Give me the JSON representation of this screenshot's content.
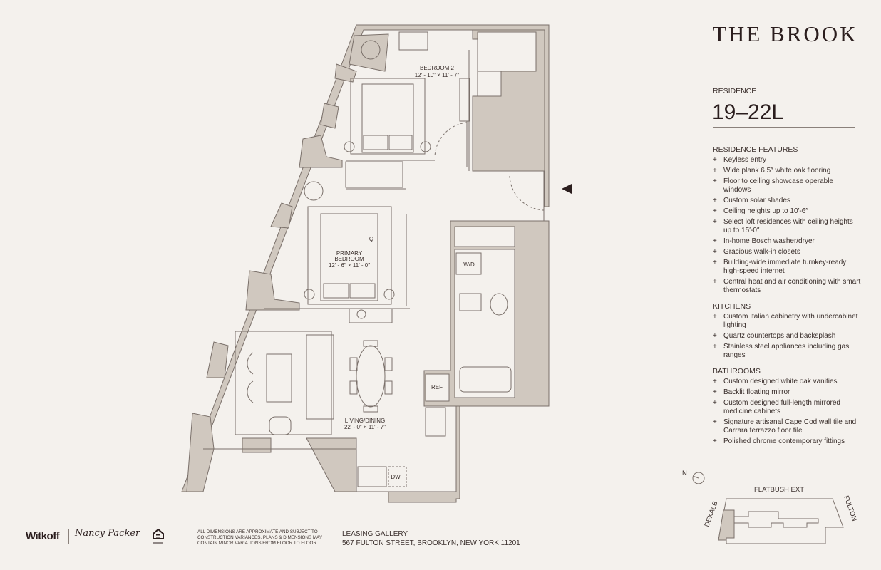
{
  "brand": "THE BROOK",
  "residence": {
    "label": "RESIDENCE",
    "number": "19–22L"
  },
  "features": [
    {
      "title": "RESIDENCE FEATURES",
      "items": [
        "Keyless entry",
        "Wide plank 6.5″ white oak flooring",
        "Floor to ceiling showcase operable windows",
        "Custom solar shades",
        "Ceiling heights up to 10′-6″",
        "Select loft residences with ceiling heights up to 15′-0″",
        "In-home Bosch washer/dryer",
        "Gracious walk-in closets",
        "Building-wide immediate turnkey-ready high-speed internet",
        "Central heat and air conditioning with smart thermostats"
      ]
    },
    {
      "title": "KITCHENS",
      "items": [
        "Custom Italian cabinetry with undercabinet lighting",
        "Quartz countertops and backsplash",
        "Stainless steel appliances including gas ranges"
      ]
    },
    {
      "title": "BATHROOMS",
      "items": [
        "Custom designed white oak vanities",
        "Backlit floating mirror",
        "Custom designed full-length mirrored medicine cabinets",
        "Signature artisanal Cape Cod wall tile and Carrara terrazzo floor tile",
        "Polished chrome contemporary fittings"
      ]
    }
  ],
  "rooms": {
    "bedroom2": {
      "name": "BEDROOM 2",
      "dims": "12′ - 10″ × 11′ - 7″",
      "bed": "F"
    },
    "primary": {
      "name1": "PRIMARY",
      "name2": "BEDROOM",
      "dims": "12′ - 6″ × 11′ - 0″",
      "bed": "Q"
    },
    "living": {
      "name": "LIVING/DINING",
      "dims": "22′ - 0″ × 11′ - 7″"
    },
    "wd": "W/D",
    "ref": "REF",
    "dw": "DW"
  },
  "keyplan": {
    "north": "N",
    "street_top": "FLATBUSH EXT",
    "street_left": "DEKALB",
    "street_right": "FULTON"
  },
  "footer": {
    "logo": "Witkoff",
    "signature": "Nancy Packer",
    "disclaimer": "ALL DIMENSIONS ARE APPROXIMATE AND SUBJECT TO CONSTRUCTION VARIANCES. PLANS & DIMENSIONS MAY CONTAIN MINOR VARIATIONS FROM FLOOR TO FLOOR.",
    "gallery_title": "LEASING GALLERY",
    "gallery_address": "567 FULTON STREET, BROOKLYN, NEW YORK 11201"
  },
  "colors": {
    "background": "#f4f1ed",
    "wall": "#d0c8bf",
    "line": "#7a706a",
    "text": "#2b1e1e"
  }
}
